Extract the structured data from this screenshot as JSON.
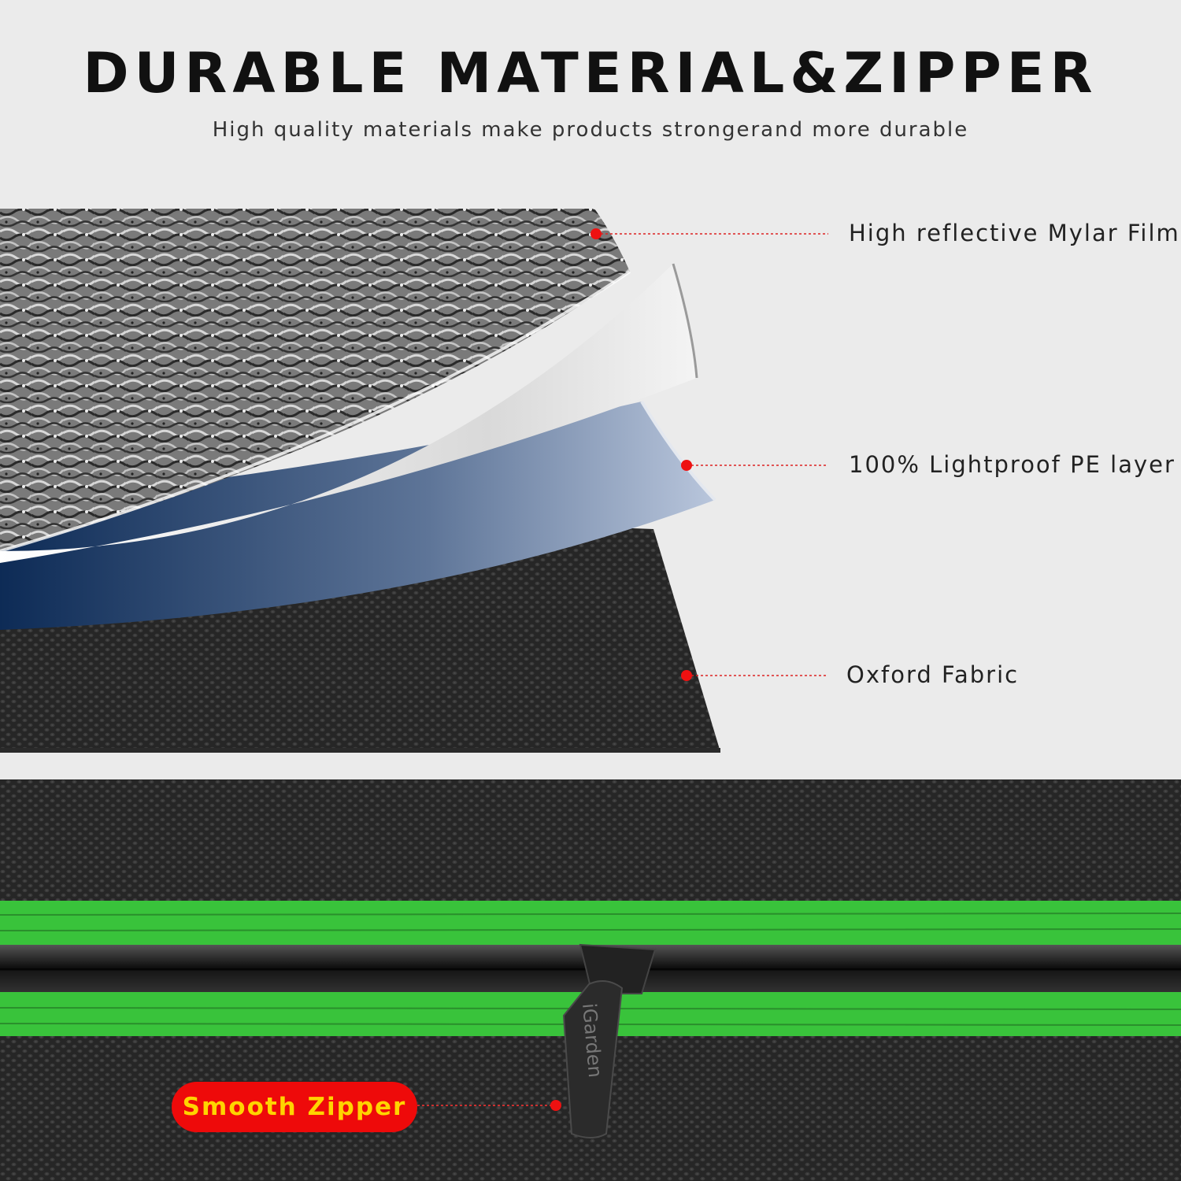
{
  "header": {
    "title": "DURABLE MATERIAL&ZIPPER",
    "subtitle": "High quality materials make products strongerand more durable"
  },
  "callouts": {
    "mylar": "High reflective Mylar Film",
    "pe": "100% Lightproof PE layer",
    "oxford": "Oxford Fabric"
  },
  "zipper": {
    "badge": "Smooth Zipper",
    "pull_brand": "iGarden"
  },
  "colors": {
    "background": "#ebebeb",
    "callout_dot": "#ee1111",
    "badge_bg": "#ee0a0a",
    "badge_text": "#ffd400",
    "zipper_tape": "#39c33b",
    "fabric": "#262626"
  }
}
